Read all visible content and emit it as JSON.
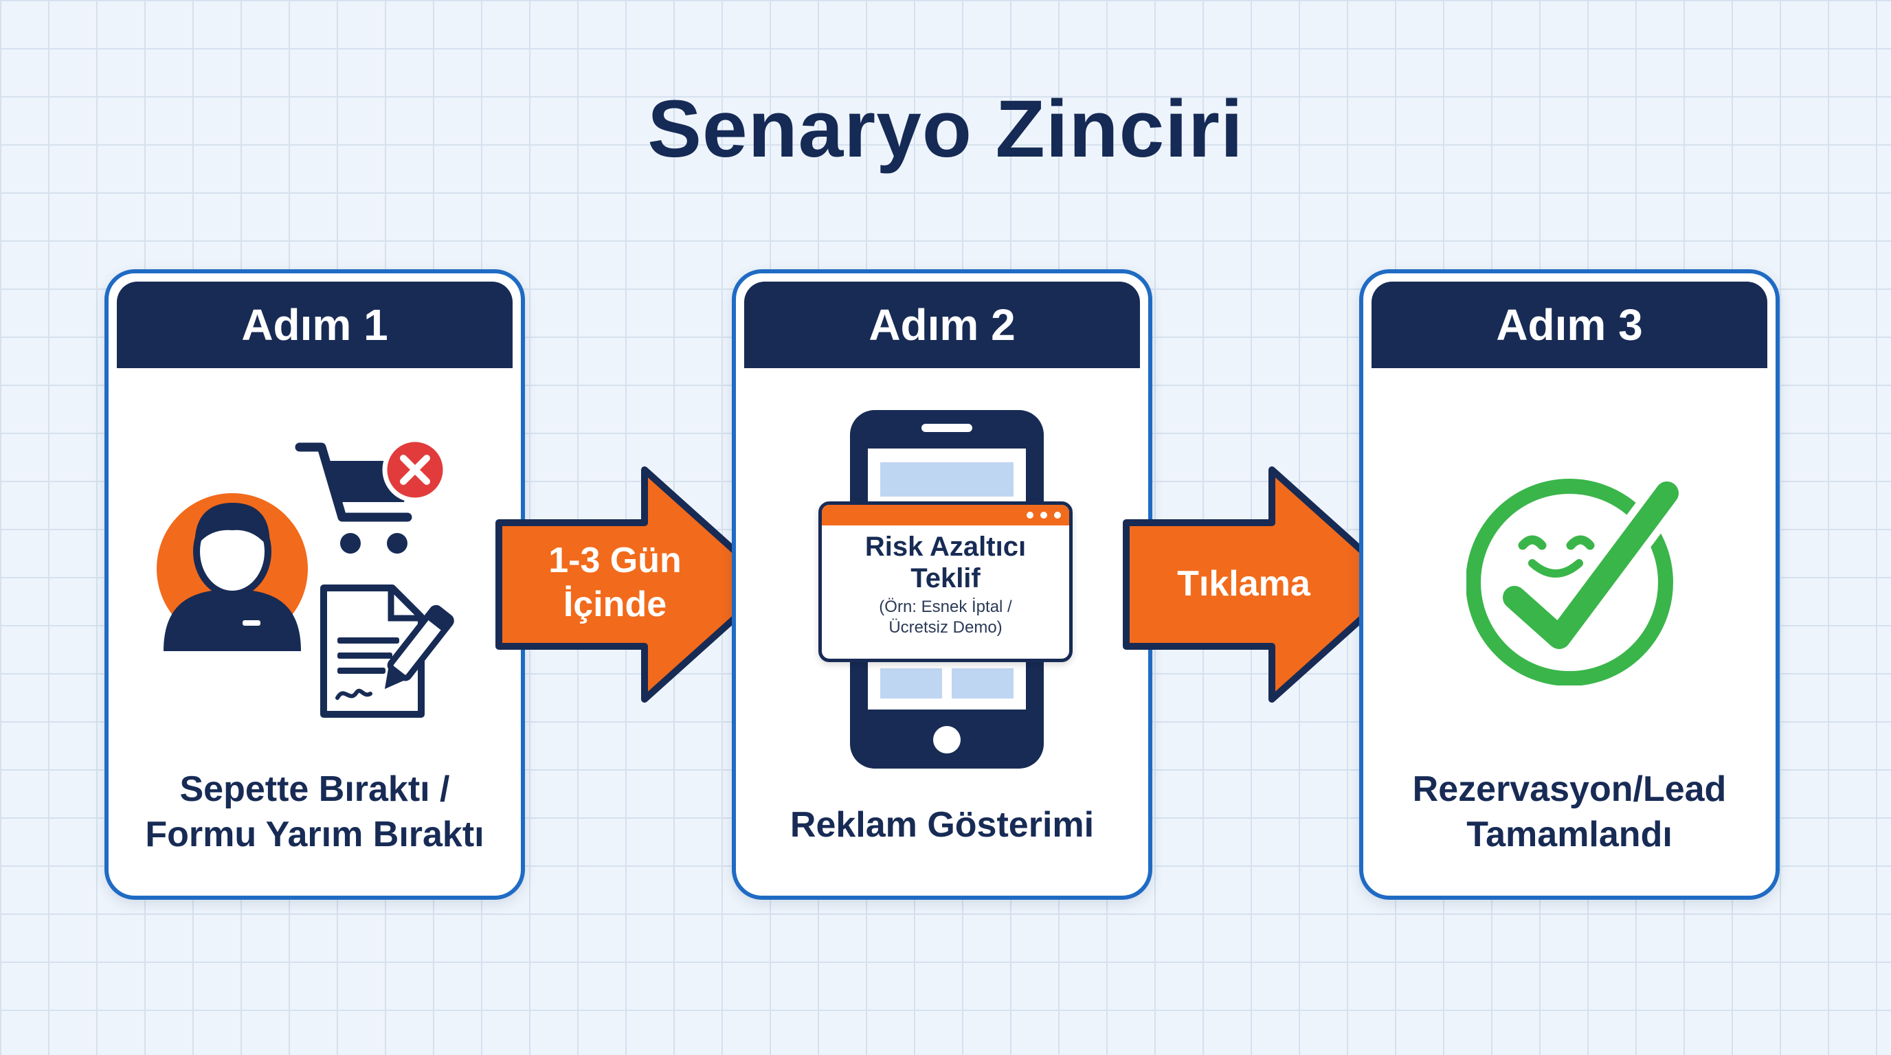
{
  "title": "Senaryo Zinciri",
  "steps": [
    {
      "header": "Adım 1",
      "caption_line1": "Sepette Bıraktı /",
      "caption_line2": "Formu Yarım Bıraktı"
    },
    {
      "header": "Adım 2",
      "caption_line1": "Reklam Gösterimi"
    },
    {
      "header": "Adım 3",
      "caption_line1": "Rezervasyon/Lead",
      "caption_line2": "Tamamlandı"
    }
  ],
  "arrows": [
    {
      "line1": "1-3 Gün",
      "line2": "İçinde"
    },
    {
      "line1": "Tıklama"
    }
  ],
  "ad": {
    "title_line1": "Risk Azaltıcı",
    "title_line2": "Teklif",
    "note_line1": "(Örn: Esnek İptal /",
    "note_line2": "Ücretsiz Demo)"
  },
  "colors": {
    "navy": "#172b55",
    "blue_border": "#1f6bc4",
    "orange": "#f26a1b",
    "green": "#3ab54a",
    "red": "#e23b3b"
  },
  "icons": {
    "step1": [
      "user-icon",
      "shopping-cart-icon",
      "close-icon",
      "document-icon",
      "pen-icon"
    ],
    "step2": [
      "smartphone-icon"
    ],
    "step3": [
      "smiley-check-icon"
    ]
  }
}
